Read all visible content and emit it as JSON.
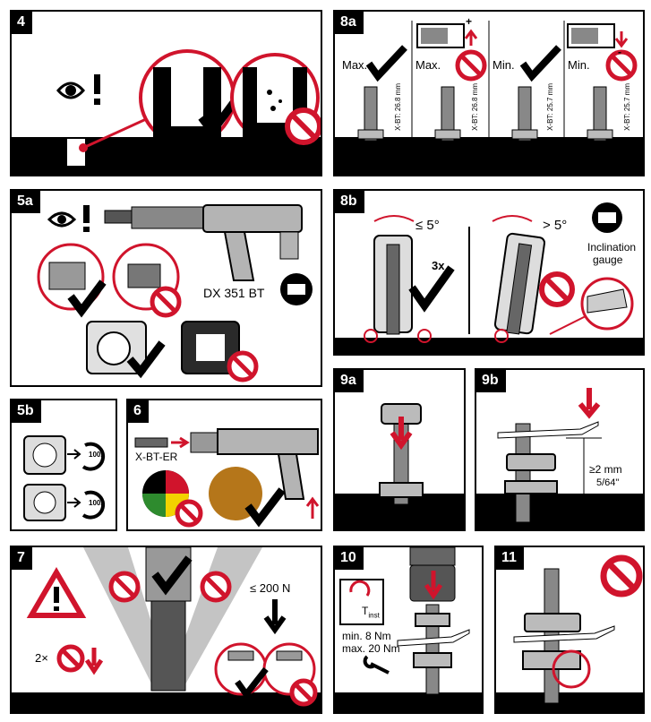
{
  "panels": {
    "p4": {
      "number": "4"
    },
    "p5a": {
      "number": "5a",
      "tool_model": "DX 351 BT"
    },
    "p5b": {
      "number": "5b",
      "count_1": "100x",
      "count_2": "100x"
    },
    "p6": {
      "number": "6",
      "part_name": "X-BT-ER"
    },
    "p7": {
      "number": "7",
      "times": "2×",
      "force": "≤ 200 N"
    },
    "p8a": {
      "number": "8a",
      "cols": [
        {
          "label": "Max.",
          "spec": "X-BT: 26.8 mm"
        },
        {
          "label": "Max.",
          "spec": "X-BT: 26.8 mm"
        },
        {
          "label": "Min.",
          "spec": "X-BT: 25.7 mm"
        },
        {
          "label": "Min.",
          "spec": "X-BT: 25.7 mm"
        }
      ],
      "plus": "+",
      "minus": "-"
    },
    "p8b": {
      "number": "8b",
      "angle_ok": "≤ 5°",
      "angle_bad": "> 5°",
      "repeat": "3x",
      "gauge_1": "Inclination",
      "gauge_2": "gauge"
    },
    "p9a": {
      "number": "9a"
    },
    "p9b": {
      "number": "9b",
      "gap_mm": "≥2 mm",
      "gap_in": "5/64\""
    },
    "p10": {
      "number": "10",
      "torque_t": "T",
      "torque_sub": "inst",
      "min": "min. 8 Nm",
      "max": "max. 20 Nm"
    },
    "p11": {
      "number": "11"
    }
  },
  "colors": {
    "red": "#d0142c",
    "black": "#000000",
    "grey": "#a8a8a8"
  }
}
